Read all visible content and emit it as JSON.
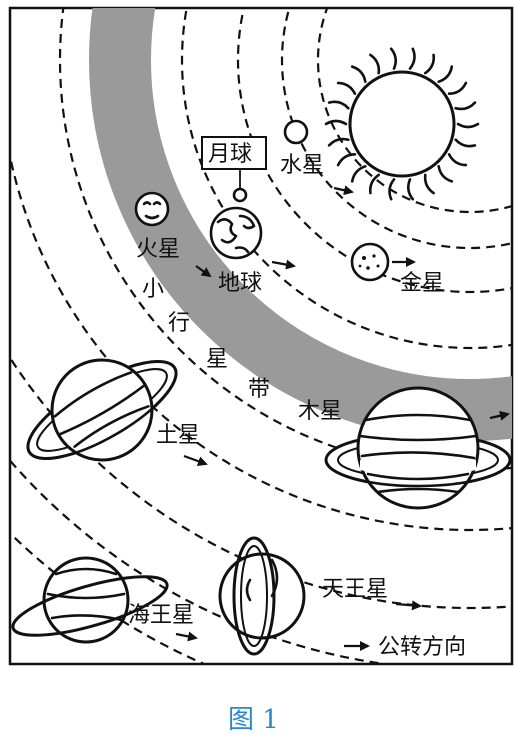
{
  "figure": {
    "caption": "图 1",
    "labels": {
      "moon": "月球",
      "mercury": "水星",
      "mars": "火星",
      "earth": "地球",
      "venus": "金星",
      "asteroid_belt": [
        "小",
        "行",
        "星",
        "带"
      ],
      "jupiter": "木星",
      "saturn": "土星",
      "uranus": "天王星",
      "neptune": "海王星"
    },
    "legend": {
      "text": "公转方向"
    }
  },
  "colors": {
    "belt": "#9a9a9a",
    "ink": "#111111",
    "caption": "#2a8ac8"
  }
}
